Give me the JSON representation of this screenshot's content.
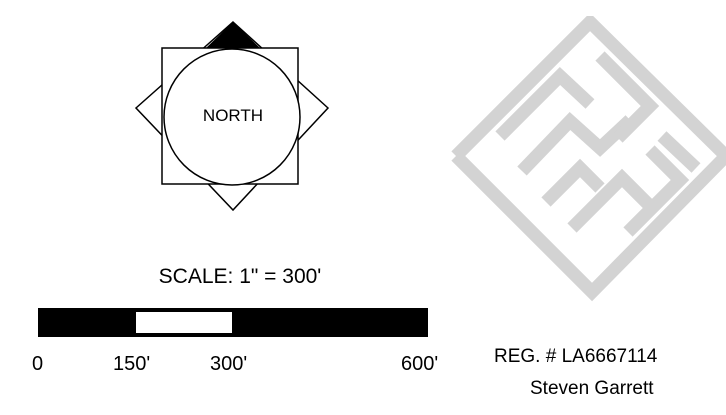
{
  "north_arrow": {
    "label": "NORTH"
  },
  "scale": {
    "title": "SCALE: 1\" = 300'",
    "ticks": [
      "0",
      "150'",
      "300'",
      "600'"
    ],
    "segment_pattern": [
      "black",
      "white",
      "black"
    ]
  },
  "registration": {
    "number": "REG. # LA6667114",
    "name": "Steven Garrett"
  },
  "colors": {
    "ink": "#000000",
    "watermark": "#d3d3d3"
  }
}
